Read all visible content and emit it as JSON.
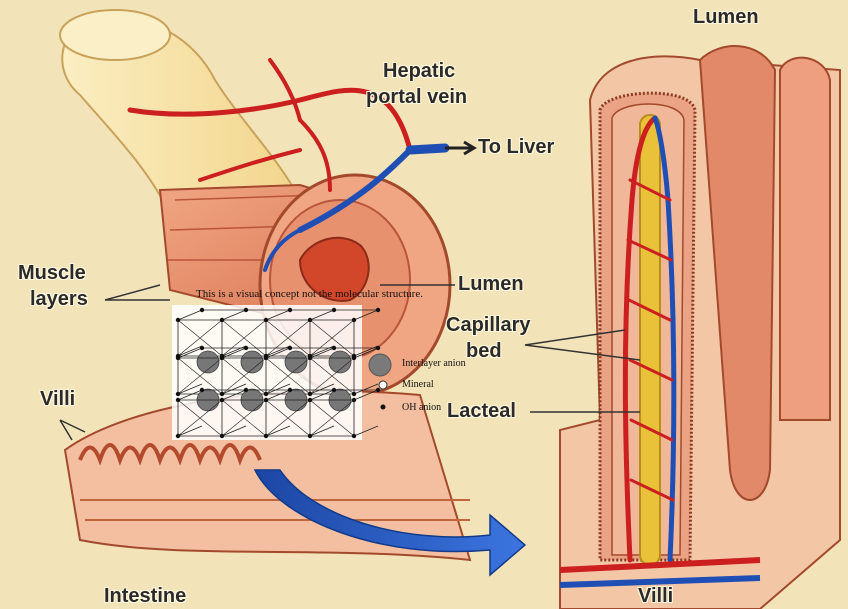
{
  "labels": {
    "lumen_top": "Lumen",
    "hepatic_line1": "Hepatic",
    "hepatic_line2": "portal vein",
    "to_liver": "To Liver",
    "muscle_line1": "Muscle",
    "muscle_line2": "layers",
    "lumen_mid": "Lumen",
    "capillary_line1": "Capillary",
    "capillary_line2": "bed",
    "villi_left": "Villi",
    "lacteal": "Lacteal",
    "intestine": "Intestine",
    "villi_bottom": "Villi"
  },
  "overlay": {
    "caption": "This is a visual concept not the molecular structure.",
    "legend": [
      {
        "label": "Interlayer anion",
        "marker": "large-gray-circle"
      },
      {
        "label": "Mineral",
        "marker": "small-white-circle"
      },
      {
        "label": "OH anion",
        "marker": "small-black-dot"
      }
    ]
  },
  "colors": {
    "background": "#f3e3b8",
    "tissue": "#e2896a",
    "tissue_light": "#f0ae8a",
    "artery": "#cc1f1f",
    "vein": "#1f4fb5",
    "lacteal": "#e9c23a",
    "tube": "#f8e6ae",
    "arrow": "#2a5cc4"
  }
}
